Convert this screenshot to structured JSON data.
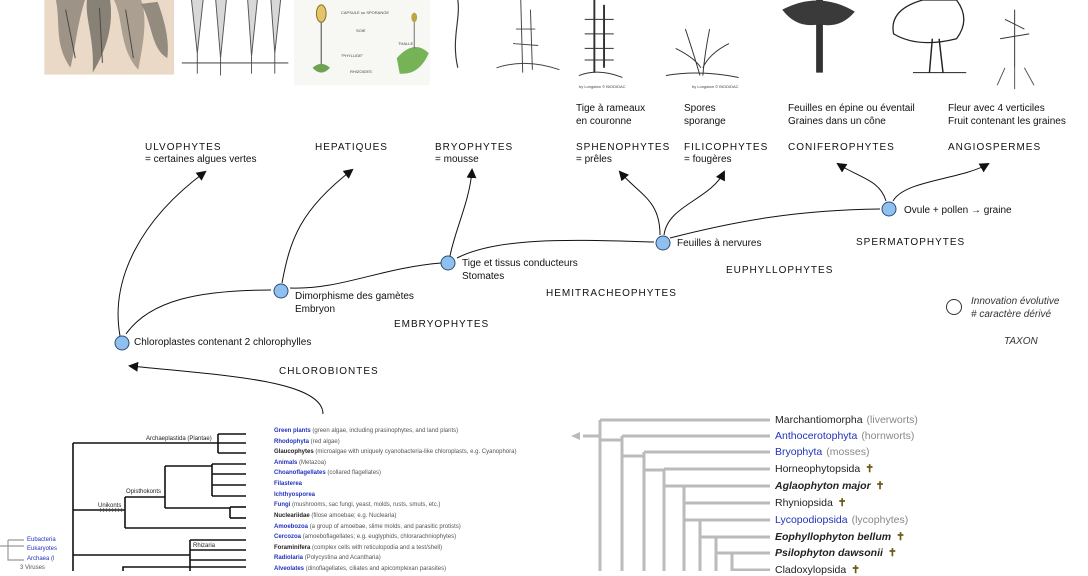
{
  "groups": {
    "ulvo": {
      "name": "ULVOPHYTES",
      "sub": "= certaines algues vertes"
    },
    "hepa": {
      "name": "HEPATIQUES"
    },
    "bryo": {
      "name": "BRYOPHYTES",
      "sub": "= mousse"
    },
    "sphe": {
      "name": "SPHENOPHYTES",
      "sub": "= prêles",
      "desc": "Tige à rameaux\nen couronne"
    },
    "fili": {
      "name": "FILICOPHYTES",
      "sub": "= fougères",
      "desc": "Spores\nsporange"
    },
    "coni": {
      "name": "CONIFEROPHYTES",
      "desc": "Feuilles en épine ou éventail\nGraines dans un cône"
    },
    "angio": {
      "name": "ANGIOSPERMES",
      "desc": "Fleur avec 4 verticiles\nFruit contenant les graines"
    }
  },
  "nodes": {
    "n1": "Chloroplastes contenant 2 chlorophylles",
    "n2": "Dimorphisme des gamètes\nEmbryon",
    "n3": "Tige et tissus conducteurs\nStomates",
    "n4": "Feuilles à nervures",
    "n5": "Ovule + pollen → graine"
  },
  "clades": {
    "chloro": "CHLOROBIONTES",
    "embryo": "EMBRYOPHYTES",
    "hemi": "HEMITRACHEOPHYTES",
    "euphyl": "EUPHYLLOPHYTES",
    "sperm": "SPERMATOPHYTES"
  },
  "legend": {
    "innovation": "Innovation évolutive\n# caractère dérivé",
    "taxon": "TAXON"
  },
  "illustration_captions": {
    "c1": "CAPSULE ou SPORANGE",
    "c2": "SOIE",
    "c3": "\"PHYLLIDE\"",
    "c4": "THALLE",
    "c5": "RHIZOIDES",
    "credit1": "by Longaton © BIODIDAC",
    "credit2": "by Longaton © BIODIDAC"
  },
  "tree_left": {
    "root_labels": [
      "Eubacteria",
      "Eukaryotes",
      "Archaea (l",
      "3 Viruses"
    ],
    "clade_labels": [
      "Archaeplastida (Plantae)",
      "Opisthokonts",
      "Unikonts",
      "Rhizaria"
    ],
    "leaves": [
      {
        "name": "Green plants",
        "desc": "(green algae, including prasinophytes, and land plants)"
      },
      {
        "name": "Rhodophyta",
        "desc": "(red algae)"
      },
      {
        "name": "Glaucophytes",
        "desc": "(microalgae with uniquely cyanobacteria-like chloroplasts, e.g. Cyanophora)"
      },
      {
        "name": "Animals",
        "desc": "(Metazoa)"
      },
      {
        "name": "Choanoflagellates",
        "desc": "(collared flagellates)"
      },
      {
        "name": "Filasterea",
        "desc": ""
      },
      {
        "name": "Ichthyosporea",
        "desc": ""
      },
      {
        "name": "Fungi",
        "desc": "(mushrooms, sac fungi, yeast, molds, rusts, smuts, etc.)"
      },
      {
        "name": "Nucleariidae",
        "desc": "(filose amoebae; e.g. Nuclearia)"
      },
      {
        "name": "Amoebozoa",
        "desc": "(a group of amoebae, slime molds, and parasitic protists)"
      },
      {
        "name": "Cercozoa",
        "desc": "(amoeboflagellates; e.g. euglyphids, chlorarachniophytes)"
      },
      {
        "name": "Foraminifera",
        "desc": "(complex cells with reticulopodia and a test/shell)"
      },
      {
        "name": "Radiolaria",
        "desc": "(Polycystina and Acantharia)"
      },
      {
        "name": "Alveolates",
        "desc": "(dinoflagellates, ciliates and apicomplexan parasites)"
      }
    ]
  },
  "tree_right": {
    "leaves": [
      {
        "name": "Marchantiomorpha",
        "extra": "(liverworts)",
        "fossil": false,
        "italic": false,
        "color": "#222222"
      },
      {
        "name": "Anthocerotophyta",
        "extra": "(hornworts)",
        "fossil": false,
        "italic": false,
        "color": "#2233bb"
      },
      {
        "name": "Bryophyta",
        "extra": "(mosses)",
        "fossil": false,
        "italic": false,
        "color": "#2233bb"
      },
      {
        "name": "Horneophytopsida",
        "extra": "",
        "fossil": true,
        "italic": false,
        "color": "#222222"
      },
      {
        "name": "Aglaophyton major",
        "extra": "",
        "fossil": true,
        "italic": true,
        "color": "#222222"
      },
      {
        "name": "Rhyniopsida",
        "extra": "",
        "fossil": true,
        "italic": false,
        "color": "#222222"
      },
      {
        "name": "Lycopodiopsida",
        "extra": "(lycophytes)",
        "fossil": false,
        "italic": false,
        "color": "#2233bb"
      },
      {
        "name": "Eophyllophyton bellum",
        "extra": "",
        "fossil": true,
        "italic": true,
        "color": "#222222"
      },
      {
        "name": "Psilophyton dawsonii",
        "extra": "",
        "fossil": true,
        "italic": true,
        "color": "#222222"
      },
      {
        "name": "Cladoxylopsida",
        "extra": "",
        "fossil": true,
        "italic": false,
        "color": "#222222"
      }
    ],
    "fossil_symbol": "✝"
  },
  "colors": {
    "node_fill": "#8fc0ee",
    "node_stroke": "#2a4d7a",
    "tree_gray": "#bbbbbb",
    "blue_link": "#2233bb"
  }
}
